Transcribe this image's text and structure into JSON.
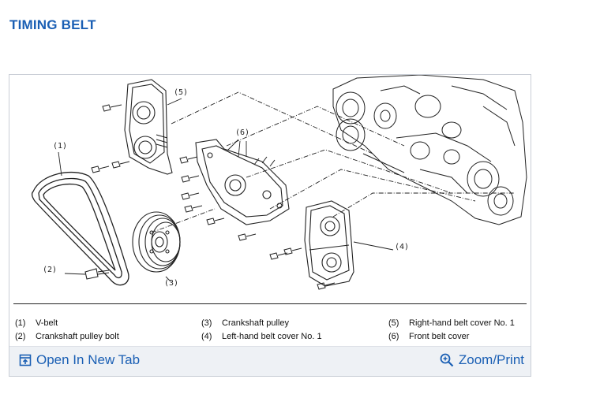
{
  "page": {
    "title": "TIMING BELT"
  },
  "diagram": {
    "callouts": [
      "(1)",
      "(2)",
      "(3)",
      "(4)",
      "(5)",
      "(6)"
    ],
    "legend": [
      {
        "num": "(1)",
        "label": "V-belt"
      },
      {
        "num": "(2)",
        "label": "Crankshaft pulley bolt"
      },
      {
        "num": "(3)",
        "label": "Crankshaft pulley"
      },
      {
        "num": "(4)",
        "label": "Left-hand belt cover No. 1"
      },
      {
        "num": "(5)",
        "label": "Right-hand belt cover No. 1"
      },
      {
        "num": "(6)",
        "label": "Front belt cover"
      }
    ]
  },
  "toolbar": {
    "open_tab_label": "Open In New Tab",
    "zoom_label": "Zoom/Print",
    "open_tab_icon": "open-external-icon",
    "zoom_icon": "magnifier-plus-icon"
  },
  "colors": {
    "accent": "#1a5fb4",
    "toolbar_bg": "#eef1f5",
    "line": "#222222"
  }
}
